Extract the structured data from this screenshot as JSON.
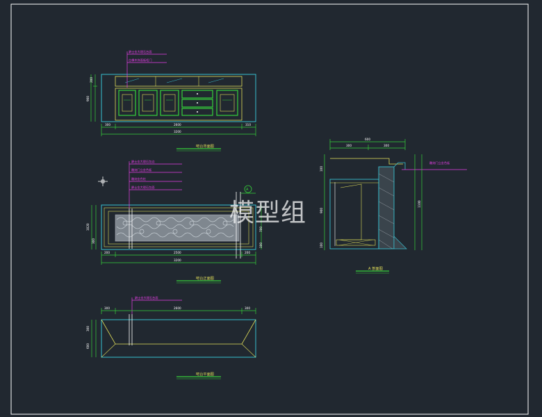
{
  "drawing": {
    "back_elevation": {
      "title": "吧台背面图",
      "notes": [
        "爵士金大理石台面",
        "白橡木饰面板柜门"
      ],
      "dims_bottom": [
        "300",
        "2600",
        "310"
      ],
      "dim_total": "3200",
      "dims_left": [
        "900",
        "200"
      ]
    },
    "front_elevation": {
      "title": "吧台正面图",
      "section_marker": "A",
      "notes": [
        "爵士金大理石包边",
        "雕刻门立金色板",
        "雕刻金色柱",
        "爵士金大理石包面"
      ],
      "dims_bottom": [
        "200",
        "2500",
        "200"
      ],
      "dim_total": "3200",
      "dims_left": [
        "1020",
        "300"
      ],
      "dims_right": [
        "700",
        "100"
      ]
    },
    "plan": {
      "title": "吧台平面图",
      "notes": [
        "爵士金大理石台面"
      ],
      "dims_top": [
        "300",
        "2600",
        "300"
      ],
      "dims_left": [
        "300",
        "600"
      ]
    },
    "section_a": {
      "title": "A 剖面图",
      "notes": [
        "雕刻门立金色板"
      ],
      "dims_top": [
        "600",
        "300",
        "300"
      ],
      "dims_left": [
        "100",
        "900",
        "100"
      ],
      "dims_right": [
        "1100"
      ]
    }
  },
  "watermark": "模型组",
  "colors": {
    "background": "#212830",
    "border": "#ffffff",
    "outline_cyan": "#38c0d0",
    "dimension_green": "#36d23a",
    "annotation_magenta": "#e53ee5",
    "cabinet_yellow": "#e2df5a",
    "hatch_gray": "#a8b0b8"
  },
  "icons": [
    "crosshair-cursor-icon"
  ]
}
